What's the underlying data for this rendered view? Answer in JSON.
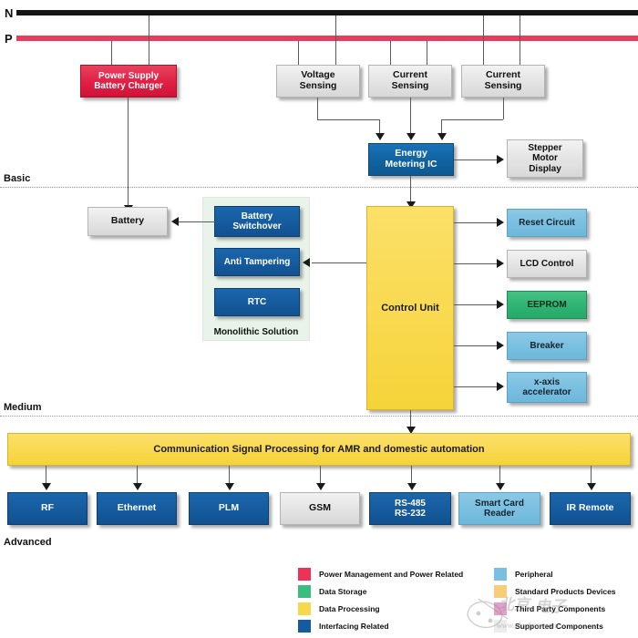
{
  "rails": {
    "neutral_label": "N",
    "phase_label": "P",
    "neutral_color": "#151515",
    "phase_color": "#ea3b5e"
  },
  "tiers": [
    {
      "label": "Basic"
    },
    {
      "label": "Medium"
    },
    {
      "label": "Advanced"
    }
  ],
  "blocks": {
    "power_supply": "Power Supply\nBattery Charger",
    "voltage_sensing": "Voltage\nSensing",
    "current_sensing_1": "Current\nSensing",
    "current_sensing_2": "Current\nSensing",
    "energy_metering": "Energy\nMetering IC",
    "stepper_motor": "Stepper\nMotor\nDisplay",
    "battery": "Battery",
    "battery_switchover": "Battery\nSwitchover",
    "anti_tampering": "Anti Tampering",
    "rtc": "RTC",
    "monolithic_label": "Monolithic Solution",
    "control_unit": "Control Unit",
    "reset_circuit": "Reset Circuit",
    "lcd_control": "LCD Control",
    "eeprom": "EEPROM",
    "breaker": "Breaker",
    "x_axis_accelerator": "x-axis\naccelerator",
    "comm_bar": "Communication Signal Processing for AMR and domestic automation",
    "rf": "RF",
    "ethernet": "Ethernet",
    "plm": "PLM",
    "gsm": "GSM",
    "rs485_rs232": "RS-485\nRS-232",
    "smart_card_reader": "Smart Card\nReader",
    "ir_remote": "IR Remote"
  },
  "legend": {
    "left": [
      {
        "label": "Power Management and Power Related",
        "color": "#ee3257"
      },
      {
        "label": "Data Storage",
        "color": "#3bbd7d"
      },
      {
        "label": "Data Processing",
        "color": "#f8d84b"
      },
      {
        "label": "Interfacing Related",
        "color": "#155b9e"
      }
    ],
    "right": [
      {
        "label": "Peripheral",
        "color": "#79bfe0"
      },
      {
        "label": "Standard Products Devices",
        "color": "#f6cd78"
      },
      {
        "label": "Third Party Components",
        "color": "#e3a0cd"
      },
      {
        "label": "Supported Components",
        "color": "#ececec"
      }
    ]
  }
}
